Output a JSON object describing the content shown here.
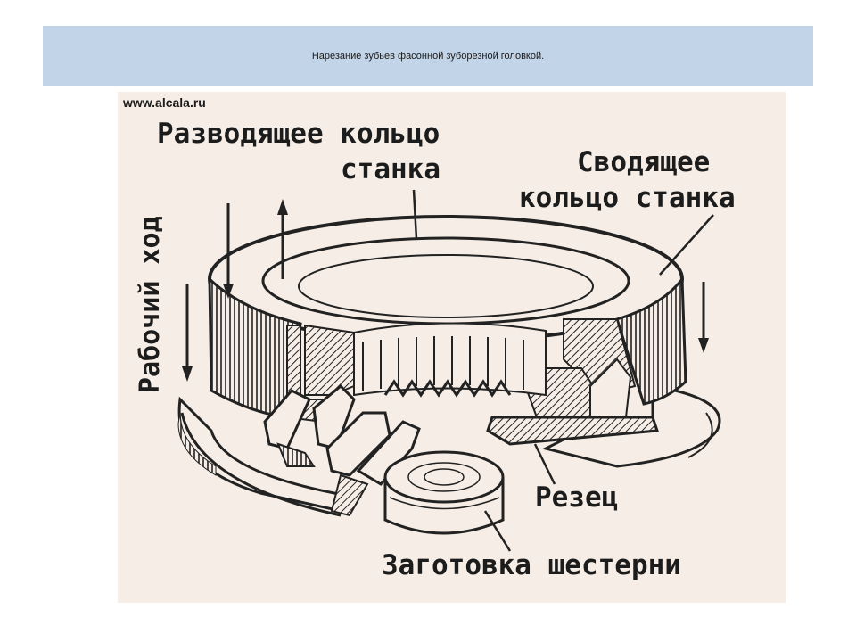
{
  "slide": {
    "title": "Нарезание зубьев фасонной зуборезной головкой."
  },
  "figure": {
    "watermark": "www.alcala.ru",
    "labels": {
      "spreading_ring_line1": "Разводящее кольцо",
      "spreading_ring_line2": "станка",
      "closing_ring_line1": "Сводящее",
      "closing_ring_line2": "кольцо станка",
      "working_stroke": "Рабочий ход",
      "cutter": "Резец",
      "gear_blank": "Заготовка шестерни"
    },
    "icons": [
      "arrow-down-icon",
      "arrow-up-icon"
    ]
  }
}
